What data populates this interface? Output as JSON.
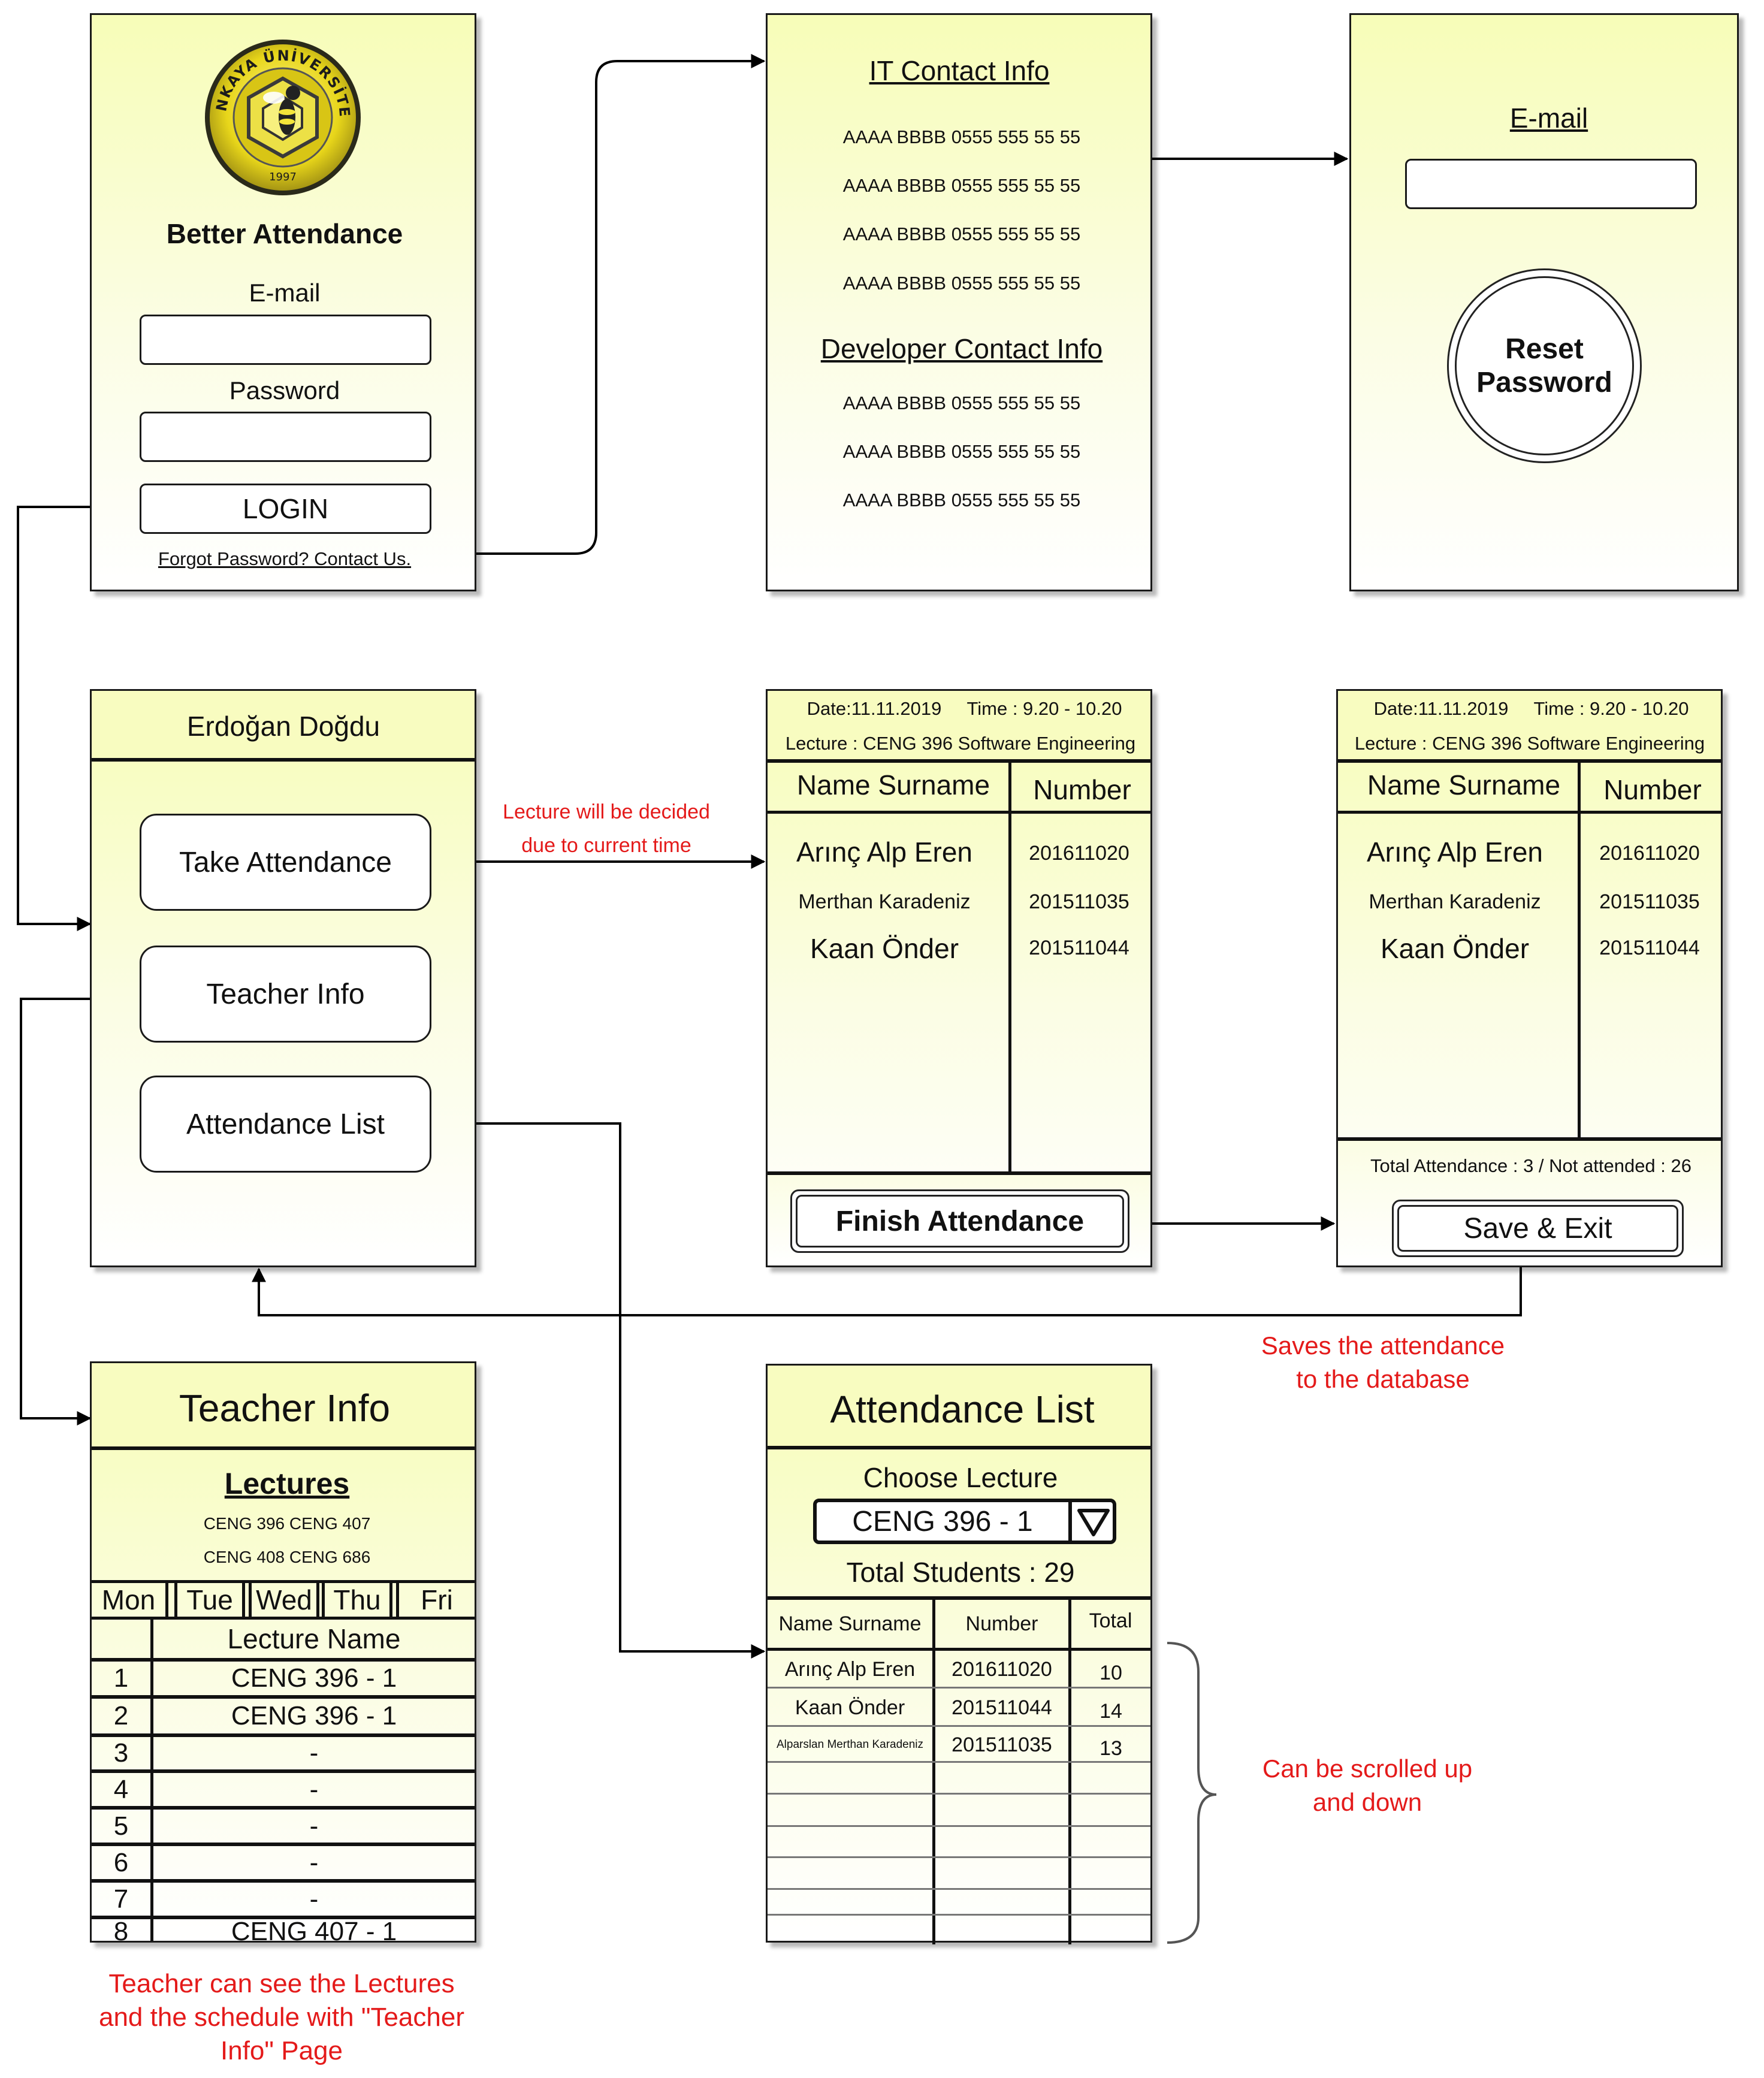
{
  "login": {
    "logo_text": "ÇANKAYA ÜNİVERSİTESİ",
    "logo_year": "1997",
    "title": "Better Attendance",
    "email_label": "E-mail",
    "password_label": "Password",
    "login_button": "LOGIN",
    "forgot_link": "Forgot Password? Contact Us."
  },
  "contact": {
    "it_title": "IT Contact Info",
    "it_items": [
      "AAAA BBBB 0555 555 55 55",
      "AAAA BBBB 0555 555 55 55",
      "AAAA BBBB 0555 555 55 55",
      "AAAA BBBB 0555 555 55 55"
    ],
    "dev_title": "Developer Contact Info",
    "dev_items": [
      "AAAA BBBB 0555 555 55 55",
      "AAAA BBBB 0555 555 55 55",
      "AAAA BBBB 0555 555 55 55"
    ]
  },
  "reset": {
    "email_label": "E-mail",
    "reset_button_line1": "Reset",
    "reset_button_line2": "Password"
  },
  "menu": {
    "user_name": "Erdoğan Doğdu",
    "take_attendance": "Take Attendance",
    "teacher_info": "Teacher Info",
    "attendance_list": "Attendance List"
  },
  "take_attendance": {
    "date": "Date:11.11.2019",
    "time": "Time : 9.20 - 10.20",
    "lecture": "Lecture : CENG 396 Software Engineering",
    "col_name": "Name Surname",
    "col_number": "Number",
    "students": [
      {
        "name": "Arınç Alp Eren",
        "number": "201611020"
      },
      {
        "name": "Merthan Karadeniz",
        "number": "201511035"
      },
      {
        "name": "Kaan Önder",
        "number": "201511044"
      }
    ],
    "finish_button": "Finish Attendance"
  },
  "save_screen": {
    "date": "Date:11.11.2019",
    "time": "Time : 9.20 - 10.20",
    "lecture": "Lecture : CENG 396 Software Engineering",
    "col_name": "Name Surname",
    "col_number": "Number",
    "students": [
      {
        "name": "Arınç Alp Eren",
        "number": "201611020"
      },
      {
        "name": "Merthan Karadeniz",
        "number": "201511035"
      },
      {
        "name": "Kaan Önder",
        "number": "201511044"
      }
    ],
    "summary": "Total Attendance : 3 / Not attended : 26",
    "save_button": "Save & Exit"
  },
  "teacher_info": {
    "title": "Teacher Info",
    "lectures_heading": "Lectures",
    "lectures_line1": "CENG 396 CENG 407",
    "lectures_line2": "CENG 408 CENG 686",
    "days": [
      "Mon",
      "Tue",
      "Wed",
      "Thu",
      "Fri"
    ],
    "col_lecture_name": "Lecture Name",
    "schedule": [
      {
        "slot": "1",
        "lecture": "CENG 396 - 1"
      },
      {
        "slot": "2",
        "lecture": "CENG 396 - 1"
      },
      {
        "slot": "3",
        "lecture": "-"
      },
      {
        "slot": "4",
        "lecture": "-"
      },
      {
        "slot": "5",
        "lecture": "-"
      },
      {
        "slot": "6",
        "lecture": "-"
      },
      {
        "slot": "7",
        "lecture": "-"
      },
      {
        "slot": "8",
        "lecture": "CENG 407 - 1"
      }
    ]
  },
  "attendance_list": {
    "title": "Attendance List",
    "choose_label": "Choose Lecture",
    "selected_lecture": "CENG 396 - 1",
    "total_students": "Total Students : 29",
    "col_name": "Name Surname",
    "col_number": "Number",
    "col_total": "Total",
    "rows": [
      {
        "name": "Arınç Alp Eren",
        "number": "201611020",
        "total": "10"
      },
      {
        "name": "Kaan Önder",
        "number": "201511044",
        "total": "14"
      },
      {
        "name": "Alparslan Merthan Karadeniz",
        "number": "201511035",
        "total": "13"
      }
    ]
  },
  "annotations": {
    "lecture_decided_1": "Lecture will be decided",
    "lecture_decided_2": "due to current time",
    "saves_1": "Saves the attendance",
    "saves_2": "to the database",
    "scroll_1": "Can be scrolled up",
    "scroll_2": "and down",
    "teacher_note_1": "Teacher can see the Lectures",
    "teacher_note_2": "and the schedule with \"Teacher",
    "teacher_note_3": "Info\" Page"
  },
  "colors": {
    "screen_fill": "#f7fdb8",
    "annotation_red": "#e41a1a",
    "logo_yellow": "#f2e01c"
  }
}
